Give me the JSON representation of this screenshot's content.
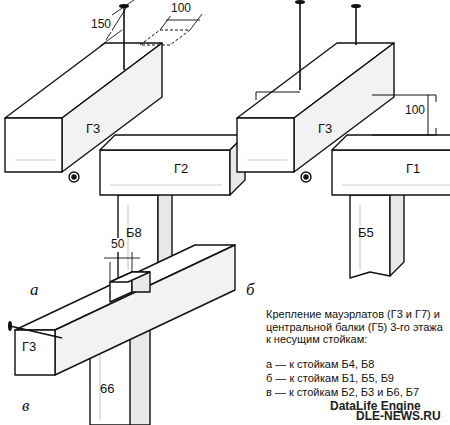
{
  "diagram": {
    "caption": "Крепление мауэрлатов (Г3 и Г7) и центральной балки (Г5) 3-го этажа к несущим стойкам:",
    "labels": [
      "150",
      "100",
      "Г3",
      "Г2",
      "Б8",
      "а",
      "Г3",
      "100",
      "Г1",
      "Б5",
      "б",
      "50",
      "Г3",
      "66",
      "в",
      "а — к стойкам Б4, Б8",
      "б — к стойкам Б1, Б5, Б9",
      "в — к стойкам Б2, Б3 и Б6, Б7",
      "DataLife Engine",
      "DLE-NEWS.RU"
    ]
  }
}
